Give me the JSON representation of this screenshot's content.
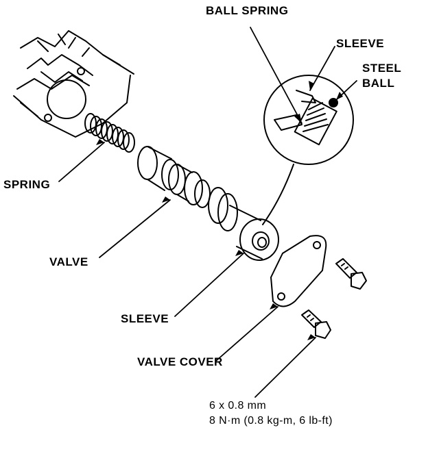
{
  "labels": {
    "ball_spring": "BALL SPRING",
    "sleeve_top": "SLEEVE",
    "steel_ball_1": "STEEL",
    "steel_ball_2": "BALL",
    "spring": "SPRING",
    "valve": "VALVE",
    "sleeve": "SLEEVE",
    "valve_cover": "VALVE COVER"
  },
  "bolt_spec": {
    "size": "6 x 0.8 mm",
    "torque": "8 N·m (0.8 kg-m, 6 lb-ft)"
  },
  "colors": {
    "ink": "#000000",
    "paper": "#ffffff"
  }
}
